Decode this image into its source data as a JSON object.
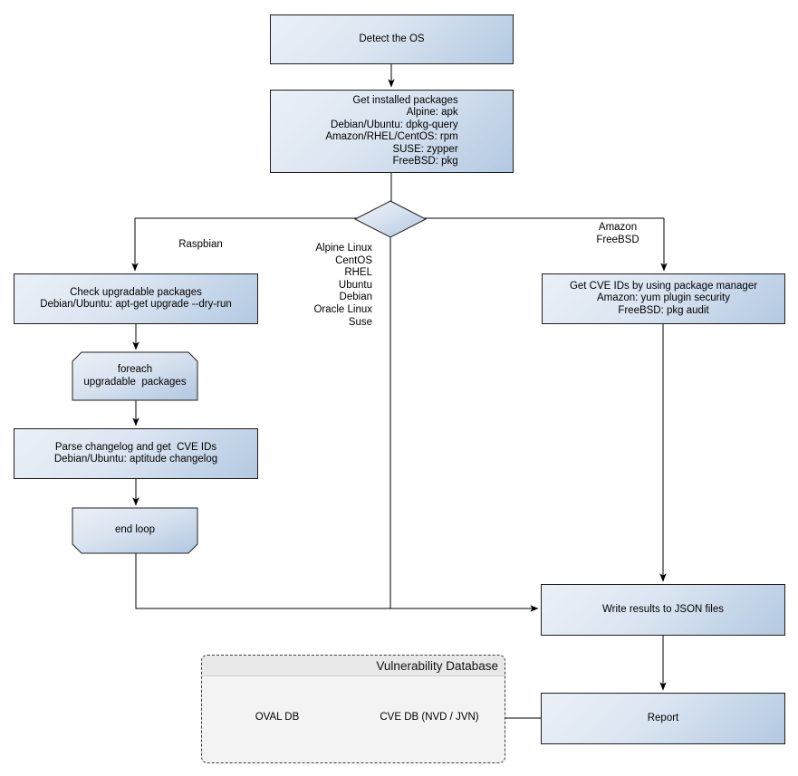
{
  "flowchart": {
    "nodes": {
      "detect_os": {
        "lines": [
          "Detect the OS"
        ]
      },
      "get_installed_packages": {
        "lines": [
          "Get installed packages",
          "Alpine: apk",
          "Debian/Ubuntu: dpkg-query",
          "Amazon/RHEL/CentOS: rpm",
          "SUSE: zypper",
          "FreeBSD: pkg"
        ]
      },
      "check_upgradable": {
        "lines": [
          "Check upgradable packages",
          "Debian/Ubuntu: apt-get upgrade --dry-run"
        ]
      },
      "foreach_loop": {
        "lines": [
          "foreach",
          "upgradable  packages"
        ]
      },
      "parse_changelog": {
        "lines": [
          "Parse changelog and get  CVE IDs",
          "Debian/Ubuntu: aptitude changelog"
        ]
      },
      "end_loop": {
        "lines": [
          "end loop"
        ]
      },
      "get_cve_ids": {
        "lines": [
          "Get CVE IDs by using package manager",
          "Amazon: yum plugin security",
          "FreeBSD: pkg audit"
        ]
      },
      "write_results": {
        "lines": [
          "Write results to JSON files"
        ]
      },
      "report": {
        "lines": [
          "Report"
        ]
      }
    },
    "edge_labels": {
      "raspbian": [
        "Raspbian"
      ],
      "os_list": [
        "Alpine Linux",
        "CentOS",
        "RHEL",
        "Ubuntu",
        "Debian",
        "Oracle Linux",
        "Suse"
      ],
      "amazon_freebsd": [
        "Amazon",
        "FreeBSD"
      ]
    },
    "database_group": {
      "title": "Vulnerability Database",
      "cylinders": [
        {
          "label": "OVAL DB"
        },
        {
          "label": "CVE DB (NVD / JVN)"
        }
      ]
    },
    "colors": {
      "node_fill_light": "#ebf0f7",
      "node_fill_dark": "#b3c9e2",
      "node_border": "#1f1f1f",
      "group_bg": "#f3f3f3",
      "group_title_bg": "#e8e8e8",
      "connector": "#000000"
    }
  }
}
